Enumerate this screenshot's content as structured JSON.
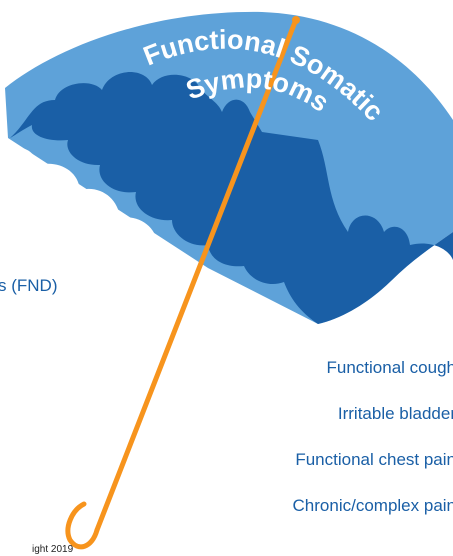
{
  "title": {
    "line1": "Functional Somatic",
    "line2": "Symptoms"
  },
  "labels": {
    "fnd_partial": "s (FND)",
    "cough": "Functional cough",
    "bladder": "Irritable bladder",
    "chest_pain": "Functional chest pain",
    "chronic_pain": "Chronic/complex pain"
  },
  "copyright_partial": "ight 2019",
  "colors": {
    "canopy_light": "#5ea2d9",
    "canopy_dark": "#1a5fa6",
    "handle": "#f7941d",
    "title_text": "#ffffff",
    "label_text": "#1a5fa6"
  },
  "icons": {
    "umbrella": "umbrella-icon"
  }
}
